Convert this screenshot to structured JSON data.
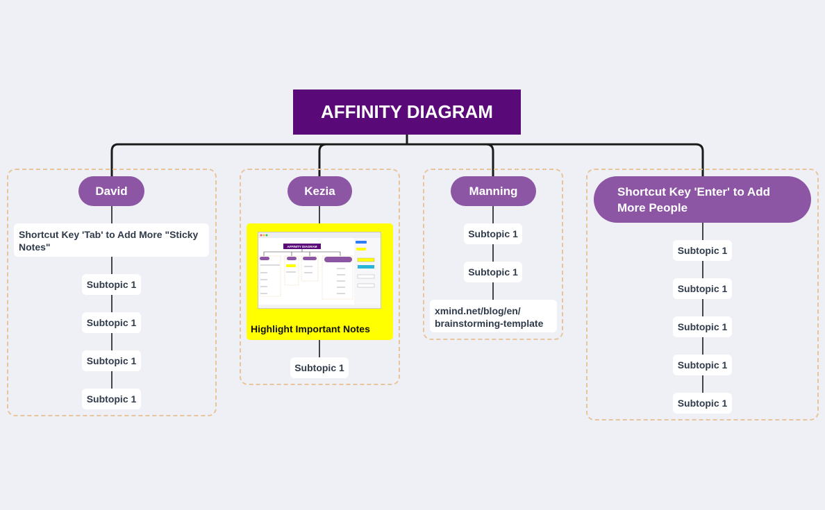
{
  "root": {
    "title": "AFFINITY DIAGRAM"
  },
  "branches": [
    {
      "title": "David",
      "note": "Shortcut Key 'Tab' to Add More \"Sticky Notes\"",
      "subtopics": [
        "Subtopic 1",
        "Subtopic 1",
        "Subtopic 1",
        "Subtopic 1"
      ]
    },
    {
      "title": "Kezia",
      "image_caption": "Highlight Important Notes",
      "subtopics": [
        "Subtopic 1"
      ]
    },
    {
      "title": "Manning",
      "subtopics": [
        "Subtopic 1",
        "Subtopic 1"
      ],
      "link_note": "xmind.net/blog/en/ brainstorming-template"
    },
    {
      "title": "Shortcut Key 'Enter' to Add More People",
      "subtopics": [
        "Subtopic 1",
        "Subtopic 1",
        "Subtopic 1",
        "Subtopic 1",
        "Subtopic 1"
      ]
    }
  ],
  "thumbnail": {
    "title": "AFFINITY DIAGRAM",
    "topics": [
      "David",
      "Kezia",
      "Manning",
      "Shortcut Key 'Enter' to Add More People"
    ],
    "panel_chip": "Highlight"
  },
  "colors": {
    "background": "#eef0f5",
    "root": "#5a0a78",
    "main_topic": "#8c56a4",
    "boundary": "#e8c49a",
    "connector": "#1a1a1a",
    "highlight": "#ffff00"
  }
}
